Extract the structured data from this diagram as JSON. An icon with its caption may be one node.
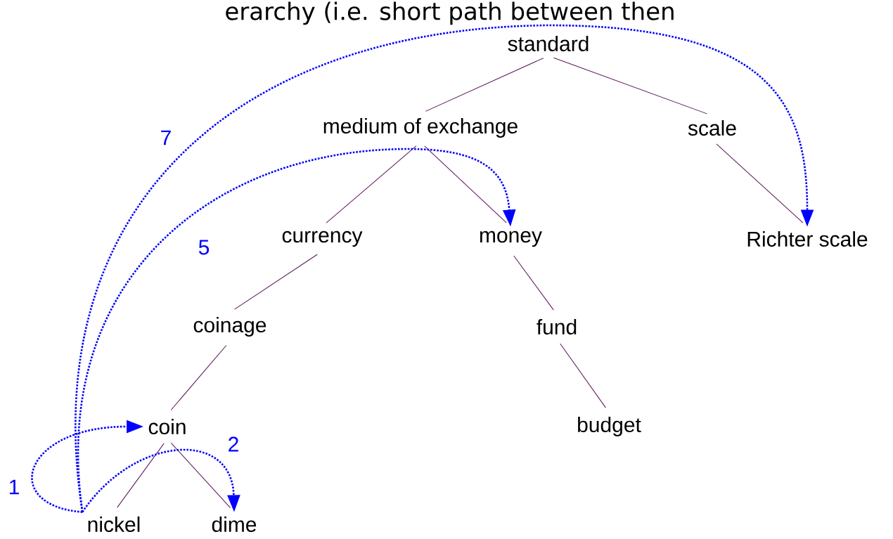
{
  "diagram": {
    "nodes": [
      {
        "text": [
          "standard"
        ]
      },
      {
        "text": [
          "medium of exchange"
        ]
      },
      {
        "text": [
          "scale"
        ]
      },
      {
        "text": [
          "currency"
        ]
      },
      {
        "text": [
          "money"
        ]
      },
      {
        "text": [
          "Richter scale"
        ]
      },
      {
        "text": [
          "coinage"
        ]
      },
      {
        "text": [
          "fund"
        ]
      },
      {
        "text": [
          "coin"
        ]
      },
      {
        "text": [
          "budget"
        ]
      },
      {
        "text": [
          "nickel"
        ]
      },
      {
        "text": [
          "dime"
        ]
      }
    ],
    "edges": [
      {
        "from": 0,
        "to": 1,
        "arrow": "none"
      },
      {
        "from": 0,
        "to": 2,
        "arrow": "none"
      },
      {
        "from": 1,
        "to": 3,
        "arrow": "none"
      },
      {
        "from": 1,
        "to": 4,
        "arrow": "none"
      },
      {
        "from": 2,
        "to": 5,
        "arrow": "none"
      },
      {
        "from": 3,
        "to": 6,
        "arrow": "none"
      },
      {
        "from": 4,
        "to": 7,
        "arrow": "none"
      },
      {
        "from": 6,
        "to": 8,
        "arrow": "none"
      },
      {
        "from": 7,
        "to": 9,
        "arrow": "none"
      },
      {
        "from": 8,
        "to": 10,
        "arrow": "none"
      },
      {
        "from": 8,
        "to": 11,
        "arrow": "none"
      },
      {
        "from": 10,
        "to": 8,
        "arrow": "to",
        "label": "1",
        "style": "dashed",
        "color": "#0000ff"
      },
      {
        "from": 10,
        "to": 11,
        "arrow": "to",
        "label": "2",
        "style": "dashed",
        "color": "#0000ff"
      },
      {
        "from": 10,
        "to": 4,
        "arrow": "to",
        "label": "5",
        "style": "dashed",
        "color": "#0000ff"
      },
      {
        "from": 10,
        "to": 5,
        "arrow": "to",
        "label": "7",
        "style": "dashed",
        "color": "#0000ff"
      }
    ],
    "labels": [
      "erarchy (i.e. short path between then"
    ]
  }
}
